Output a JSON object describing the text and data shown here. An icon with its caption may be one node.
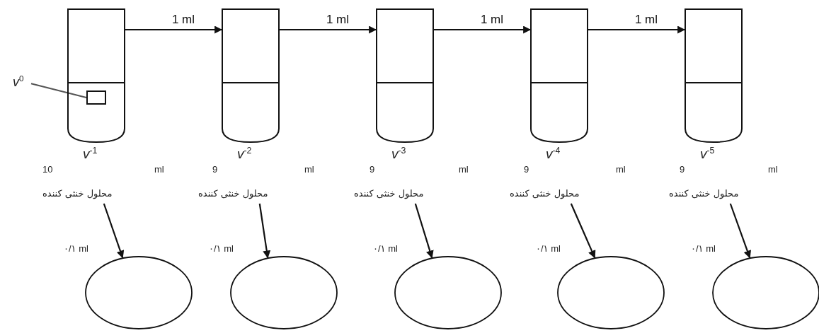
{
  "diagram": {
    "nodes": [
      {
        "text": [],
        "shape": "tube",
        "beside": [
          "v$^{-1}$"
        ]
      },
      {
        "text": [],
        "shape": "tube",
        "beside": [
          "v$^{-2}$"
        ]
      },
      {
        "text": [],
        "shape": "tube",
        "beside": [
          "v$^{-3}$"
        ]
      },
      {
        "text": [],
        "shape": "tube",
        "beside": [
          "v$^{-4}$"
        ]
      },
      {
        "text": [],
        "shape": "tube",
        "beside": [
          "v$^{-5}$"
        ]
      },
      {
        "text": [
          "v$^{0}$"
        ]
      },
      {
        "text": [],
        "shape": "box",
        "in": 0
      },
      {
        "text": [
          "محلول خنثی کننده"
        ]
      },
      {
        "text": [
          "محلول خنثی کننده"
        ]
      },
      {
        "text": [
          "محلول خنثی کننده"
        ]
      },
      {
        "text": [
          "محلول خنثی کننده"
        ]
      },
      {
        "text": [
          "محلول خنثی کننده"
        ]
      },
      {
        "text": [],
        "shape": "circle",
        "beside": [
          "۰/۱ ml"
        ]
      },
      {
        "text": [],
        "shape": "circle",
        "beside": [
          "۰/۱ ml"
        ]
      },
      {
        "text": [],
        "shape": "circle",
        "beside": [
          "۰/۱ ml"
        ]
      },
      {
        "text": [],
        "shape": "circle",
        "beside": [
          "۰/۱ ml"
        ]
      },
      {
        "text": [],
        "shape": "circle",
        "beside": [
          "۰/۱ ml"
        ]
      }
    ],
    "edges": [
      {
        "from": 0,
        "to": 1,
        "arrow": "to",
        "label": "1 ml"
      },
      {
        "from": 1,
        "to": 2,
        "arrow": "to",
        "label": "1 ml"
      },
      {
        "from": 2,
        "to": 3,
        "arrow": "to",
        "label": "1 ml"
      },
      {
        "from": 3,
        "to": 4,
        "arrow": "to",
        "label": "1 ml"
      },
      {
        "from": 5,
        "to": 6,
        "arrow": "none",
        "color": "#555555"
      },
      {
        "from": 7,
        "to": 12,
        "arrow": "to"
      },
      {
        "from": 8,
        "to": 13,
        "arrow": "to"
      },
      {
        "from": 9,
        "to": 14,
        "arrow": "to"
      },
      {
        "from": 10,
        "to": 15,
        "arrow": "to"
      },
      {
        "from": 11,
        "to": 16,
        "arrow": "to"
      }
    ],
    "labels": [
      "10",
      "ml",
      "9",
      "ml",
      "9",
      "ml",
      "9",
      "ml",
      "9",
      "ml"
    ]
  }
}
